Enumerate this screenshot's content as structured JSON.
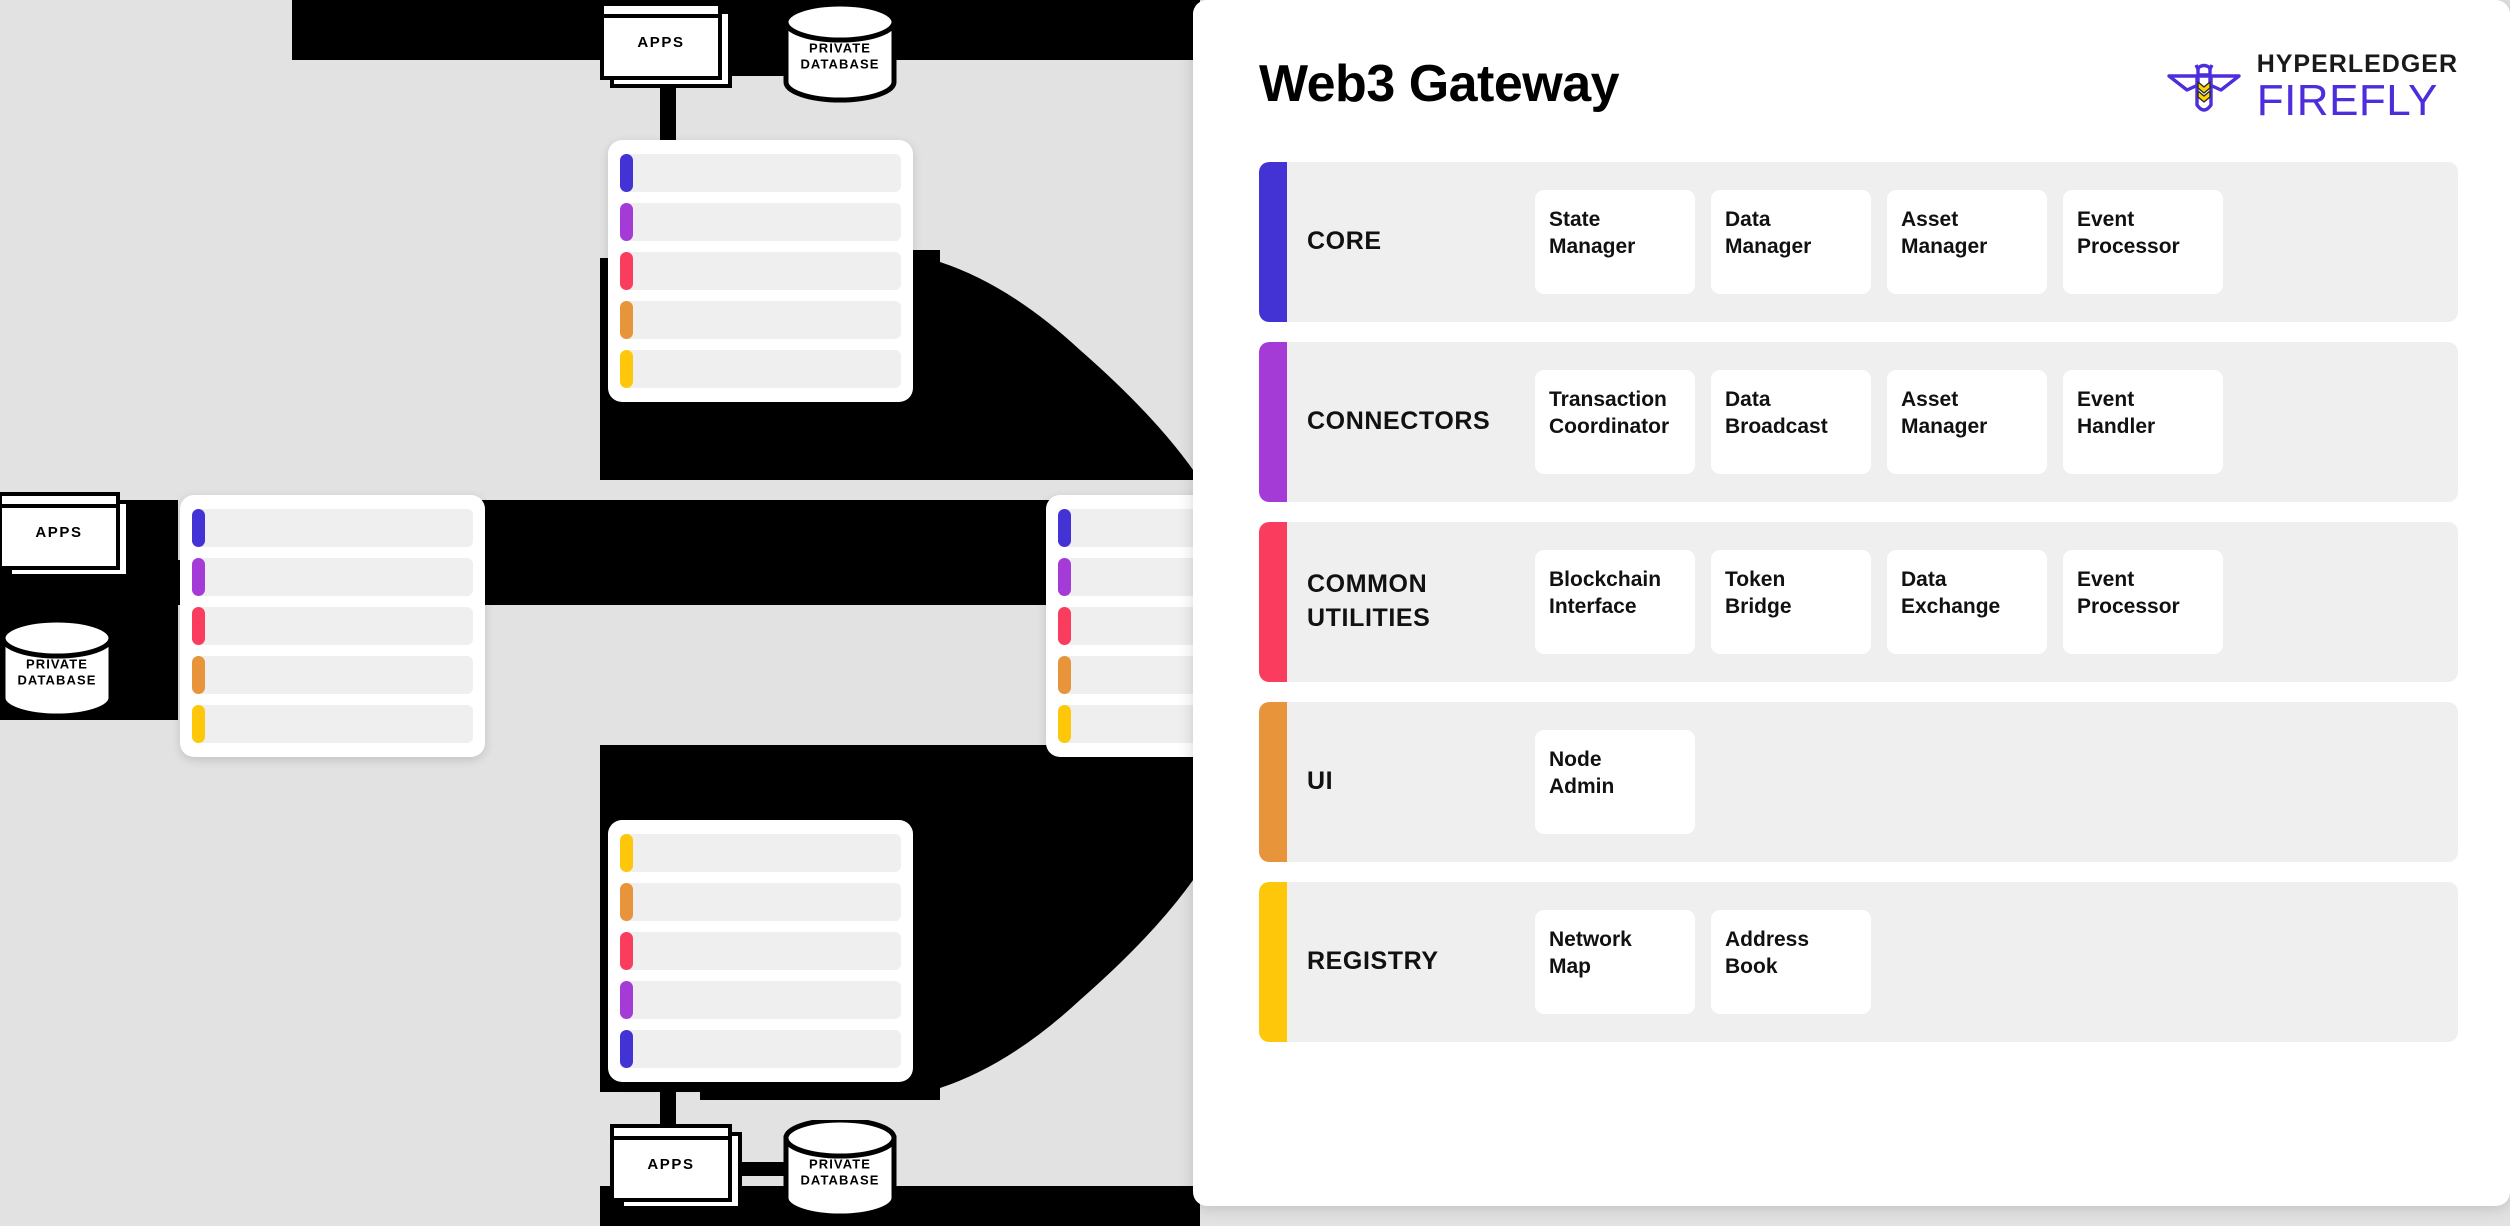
{
  "panel": {
    "title": "Web3 Gateway",
    "brand": {
      "top": "HYPERLEDGER",
      "bottom": "FIREFLY",
      "logo_icon": "firefly-bee-logo"
    },
    "rows": [
      {
        "name": "CORE",
        "accent": "#4332D4",
        "tiles": [
          "State\nManager",
          "Data\nManager",
          "Asset\nManager",
          "Event\nProcessor"
        ]
      },
      {
        "name": "CONNECTORS",
        "accent": "#A43BD6",
        "tiles": [
          "Transaction\nCoordinator",
          "Data\nBroadcast",
          "Asset\nManager",
          "Event\nHandler"
        ]
      },
      {
        "name": "COMMON\nUTILITIES",
        "accent": "#FA3C5F",
        "tiles": [
          "Blockchain\nInterface",
          "Token\nBridge",
          "Data\nExchange",
          "Event\nProcessor"
        ]
      },
      {
        "name": "UI",
        "accent": "#E8943A",
        "tiles": [
          "Node\nAdmin"
        ]
      },
      {
        "name": "REGISTRY",
        "accent": "#FFC709",
        "tiles": [
          "Network\nMap",
          "Address\nBook"
        ]
      }
    ]
  },
  "diagram": {
    "stack_colors": [
      "#4332D4",
      "#A43BD6",
      "#FA3C5F",
      "#E8943A",
      "#FFC709"
    ],
    "stack_colors_reversed": [
      "#FFC709",
      "#E8943A",
      "#FA3C5F",
      "#A43BD6",
      "#4332D4"
    ],
    "nodes": [
      {
        "id": "top",
        "apps_label": "APPS",
        "db_label": "PRIVATE\nDATABASE"
      },
      {
        "id": "left",
        "apps_label": "APPS",
        "db_label": "PRIVATE\nDATABASE"
      },
      {
        "id": "bottom",
        "apps_label": "APPS",
        "db_label": "PRIVATE\nDATABASE"
      },
      {
        "id": "right"
      }
    ]
  }
}
